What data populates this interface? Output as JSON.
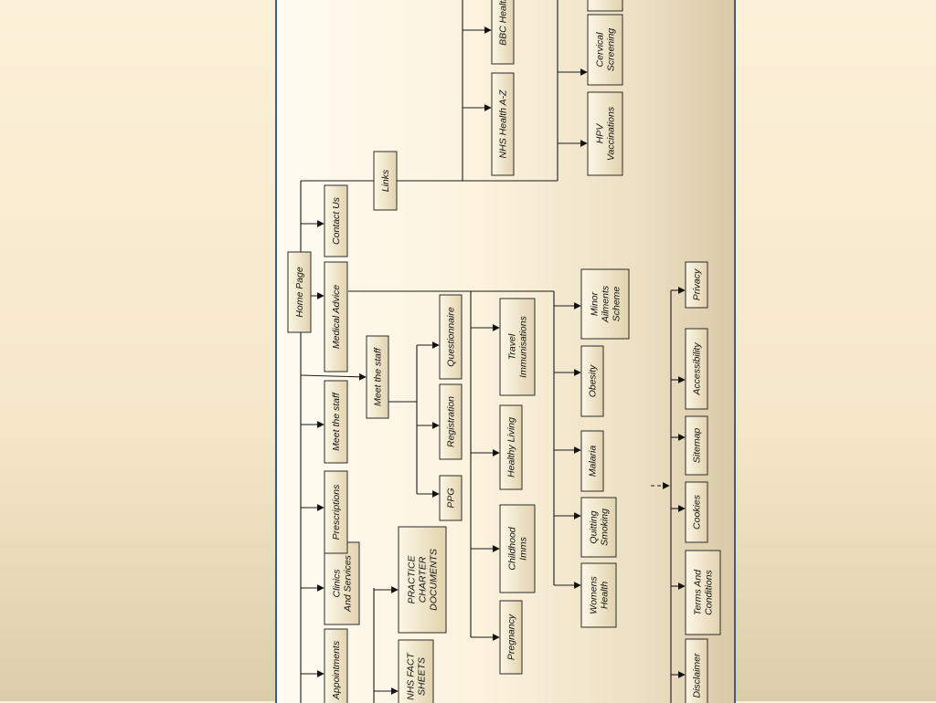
{
  "diagram": {
    "nodes": {
      "home": [
        "Home Page"
      ],
      "appointments": [
        "Appointments"
      ],
      "clinics": [
        "Clinics",
        "And Services"
      ],
      "prescriptions": [
        "Prescriptions"
      ],
      "meet_staff_top": [
        "Meet the staff"
      ],
      "medical_advice": [
        "Medical Advice"
      ],
      "contact_us": [
        "Contact Us"
      ],
      "links": [
        "Links"
      ],
      "meet_staff_sub": [
        "Meet the staff"
      ],
      "questionnaire": [
        "Questionnaire"
      ],
      "registration": [
        "Registration"
      ],
      "ppg": [
        "PPG"
      ],
      "practice_charter": [
        "PRACTICE",
        "CHARTER",
        "DOCUMENTS"
      ],
      "nhs_fact_sheets": [
        "NHS FACT",
        "SHEETS"
      ],
      "travel_imms": [
        "Travel",
        "Immunisations"
      ],
      "healthy_living": [
        "Healthy Living"
      ],
      "childhood_imms": [
        "Childhood",
        "Imms"
      ],
      "pregnancy": [
        "Pregnancy"
      ],
      "minor_ailments": [
        "Minor",
        "Ailments",
        "Scheme"
      ],
      "obesity": [
        "Obesity"
      ],
      "malaria": [
        "Malaria"
      ],
      "quitting_smoking": [
        "Quitting",
        "Smoking"
      ],
      "womens_health": [
        "Womens",
        "Health"
      ],
      "nhs_health_az": [
        "NHS Health A-Z"
      ],
      "bbc_health": [
        "BBC Health"
      ],
      "cervical_screening": [
        "Cervical",
        "Screening"
      ],
      "hpv_vaccinations": [
        "HPV",
        "Vaccinations"
      ],
      "privacy": [
        "Privacy"
      ],
      "accessibility": [
        "Accessibility"
      ],
      "sitemap": [
        "Sitemap"
      ],
      "cookies": [
        "Cookies"
      ],
      "terms": [
        "Terms And",
        "Conditions"
      ],
      "disclaimer": [
        "Disclaimer"
      ]
    }
  },
  "colors": {
    "box_light": "#fdf7e6",
    "box_dark": "#e2d3ae",
    "frame_border": "#3e5b82"
  }
}
